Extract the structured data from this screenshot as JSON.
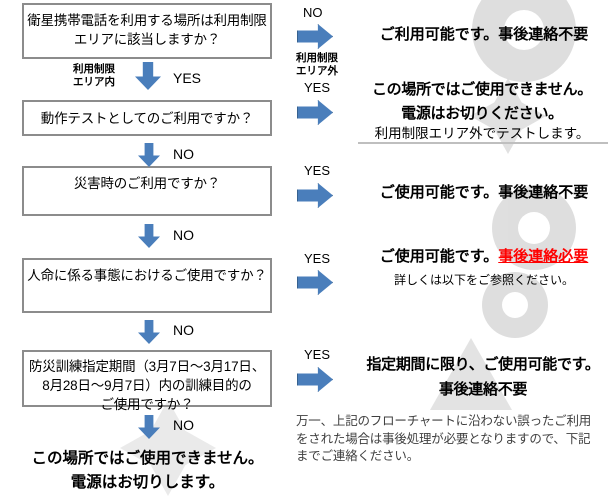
{
  "flow": {
    "questions": [
      {
        "id": "q1",
        "line1": "衛星携帯電話を利用する場所は利用制限",
        "line2": "エリアに該当しますか？"
      },
      {
        "id": "q2",
        "line1": "動作テストとしてのご利用ですか？",
        "line2": ""
      },
      {
        "id": "q3",
        "line1": "災害時のご利用ですか？",
        "line2": ""
      },
      {
        "id": "q4",
        "line1": "人命に係る事態におけるご使用ですか？",
        "line2": ""
      },
      {
        "id": "q5",
        "line1": "防災訓練指定期間（3月7日〜3月17日、",
        "line2": "8月28日〜9月7日）内の訓練目的の",
        "line3": "ご使用ですか？"
      }
    ],
    "down_labels": [
      {
        "yn": "YES",
        "side_line1": "利用制限",
        "side_line2": "エリア内"
      },
      {
        "yn": "NO",
        "side_line1": "",
        "side_line2": ""
      },
      {
        "yn": "NO",
        "side_line1": "",
        "side_line2": ""
      },
      {
        "yn": "NO",
        "side_line1": "",
        "side_line2": ""
      },
      {
        "yn": "NO",
        "side_line1": "",
        "side_line2": ""
      }
    ],
    "final_message": {
      "line1": "この場所ではご使用できません。",
      "line2": "電源はお切りします。"
    }
  },
  "branches": [
    {
      "id": "b1",
      "yn": "NO",
      "side_line1": "利用制限",
      "side_line2": "エリア外",
      "result_line1": "ご利用可能です。事後連絡不要",
      "result_line2": "",
      "result_line3": "",
      "note": ""
    },
    {
      "id": "b2",
      "yn": "YES",
      "side_line1": "",
      "side_line2": "",
      "result_line1": "この場所ではご使用できません。",
      "result_line2": "電源はお切りください。",
      "result_line3": "",
      "note": "利用制限エリア外でテストします。"
    },
    {
      "id": "b3",
      "yn": "YES",
      "side_line1": "",
      "side_line2": "",
      "result_line1": "ご使用可能です。事後連絡不要",
      "result_line2": "",
      "result_line3": "",
      "note": ""
    },
    {
      "id": "b4",
      "yn": "YES",
      "side_line1": "",
      "side_line2": "",
      "result_prefix": "ご使用可能です。",
      "result_emphasis": "事後連絡必要",
      "note": "詳しくは以下をご参照ください。"
    },
    {
      "id": "b5",
      "yn": "YES",
      "side_line1": "",
      "side_line2": "",
      "result_line1": "指定期間に限り、ご使用可能です。",
      "result_line2": "事後連絡不要",
      "result_line3": "",
      "note": ""
    }
  ],
  "footnote": {
    "line1": "万一、上記のフローチャートに沿わない誤ったご利用",
    "line2": "をされた場合は事後処理が必要となりますので、下記",
    "line3": "までご連絡ください。"
  },
  "colors": {
    "arrow_blue": "#4a7ebb",
    "box_border": "#8c8c8c",
    "emphasis_red": "#ff0000",
    "divider_gray": "#bfbfbf",
    "watermark_gray": "#d9d9d9"
  }
}
